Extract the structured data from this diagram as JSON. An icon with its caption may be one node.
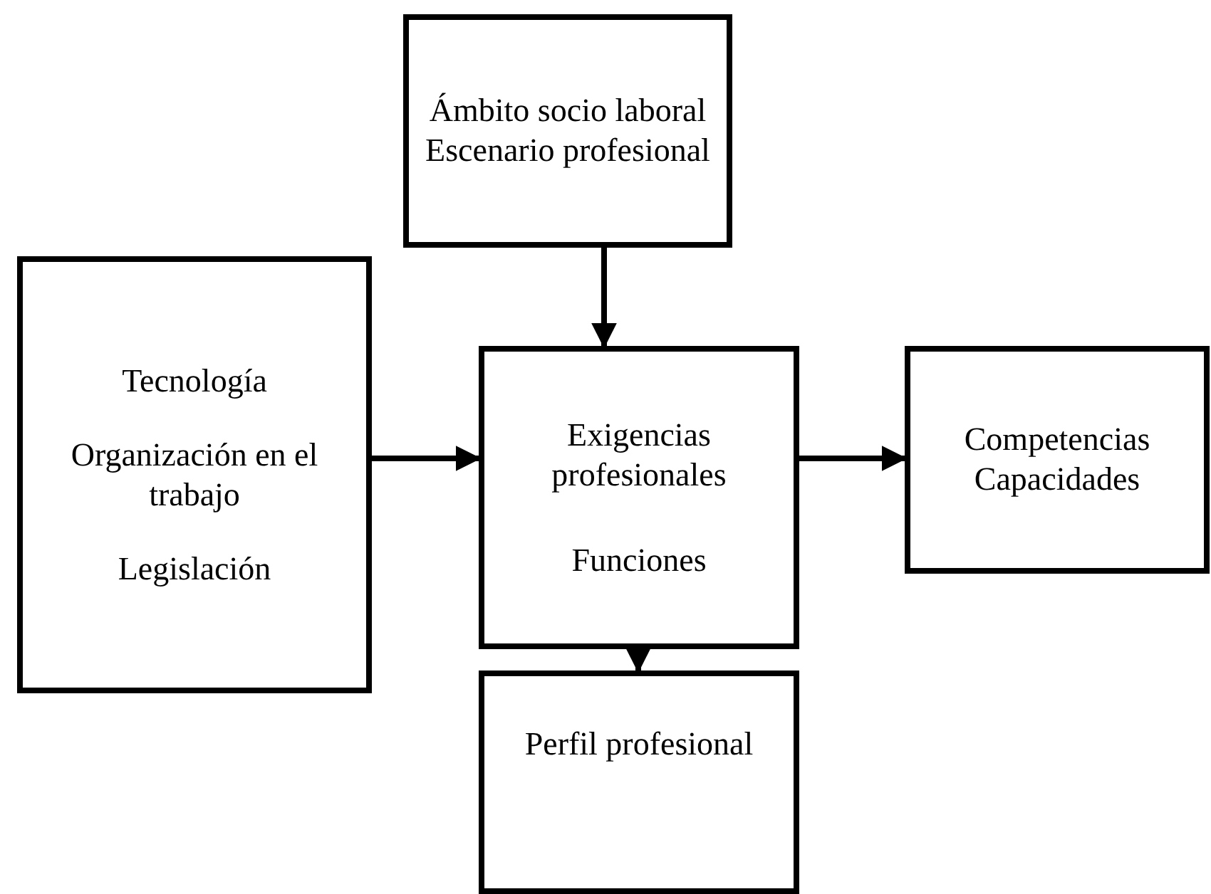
{
  "diagram": {
    "nodes": [
      {
        "text": [
          "Ámbito socio laboral",
          "Escenario profesional"
        ]
      },
      {
        "text": [
          "Tecnología",
          "Organización en el trabajo",
          "Legislación"
        ]
      },
      {
        "text": [
          "Exigencias profesionales",
          "Funciones"
        ]
      },
      {
        "text": [
          "Competencias",
          "Capacidades"
        ]
      },
      {
        "text": [
          "Perfil profesional"
        ]
      }
    ],
    "edges": [
      {
        "from": 0,
        "to": 2,
        "arrow": "to"
      },
      {
        "from": 1,
        "to": 2,
        "arrow": "to"
      },
      {
        "from": 2,
        "to": 3,
        "arrow": "to"
      },
      {
        "from": 2,
        "to": 4,
        "arrow": "to"
      }
    ]
  }
}
